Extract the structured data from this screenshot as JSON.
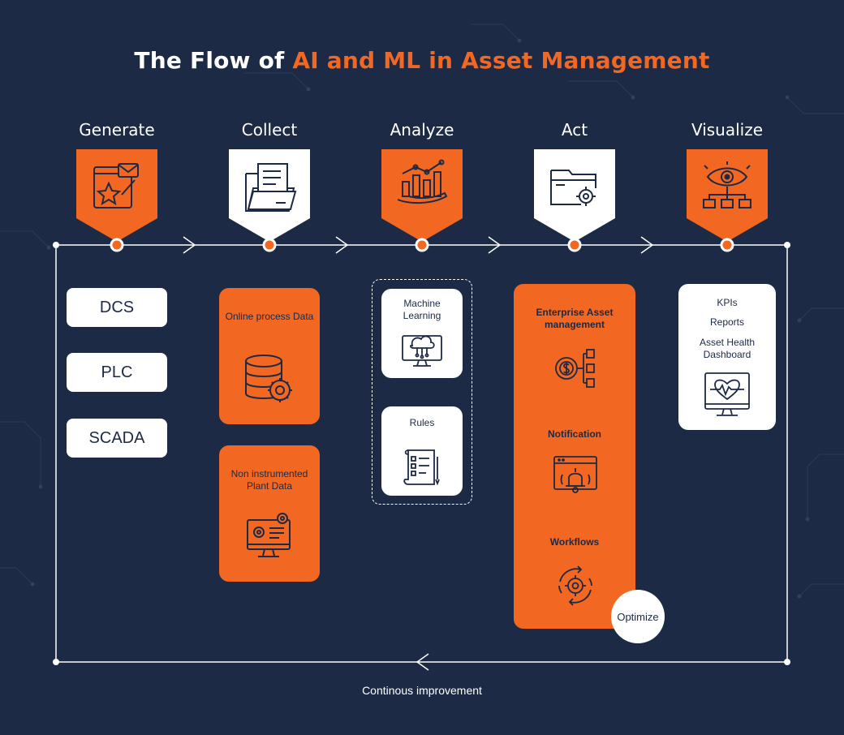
{
  "title": {
    "prefix": "The Flow of ",
    "highlight": "AI and ML in Asset Management"
  },
  "colors": {
    "background": "#1c2a45",
    "accent": "#f26722",
    "white": "#ffffff"
  },
  "steps": [
    {
      "label": "Generate",
      "icon": "web-design-icon",
      "style": "orange"
    },
    {
      "label": "Collect",
      "icon": "folder-document-icon",
      "style": "white"
    },
    {
      "label": "Analyze",
      "icon": "chart-hand-icon",
      "style": "orange"
    },
    {
      "label": "Act",
      "icon": "folder-gear-icon",
      "style": "white"
    },
    {
      "label": "Visualize",
      "icon": "eye-network-icon",
      "style": "orange"
    }
  ],
  "generate": {
    "sources": [
      "DCS",
      "PLC",
      "SCADA"
    ]
  },
  "collect": {
    "online": {
      "label": "Online process Data",
      "icon": "database-gear-icon"
    },
    "non_instrumented": {
      "label": "Non instrumented Plant Data",
      "icon": "monitor-gear-icon"
    }
  },
  "analyze": {
    "ml": {
      "label": "Machine Learning",
      "icon": "cloud-monitor-icon"
    },
    "rules": {
      "label": "Rules",
      "icon": "checklist-scroll-icon"
    }
  },
  "act": {
    "items": [
      {
        "label": "Enterprise Asset management",
        "icon": "dollar-gear-hierarchy-icon"
      },
      {
        "label": "Notification",
        "icon": "bell-window-icon"
      },
      {
        "label": "Workflows",
        "icon": "gear-cycle-icon"
      }
    ],
    "optimize": "Optimize"
  },
  "visualize": {
    "items": [
      "KPIs",
      "Reports",
      "Asset Health Dashboard"
    ],
    "icon": "heart-monitor-icon"
  },
  "loop_label": "Continous improvement"
}
